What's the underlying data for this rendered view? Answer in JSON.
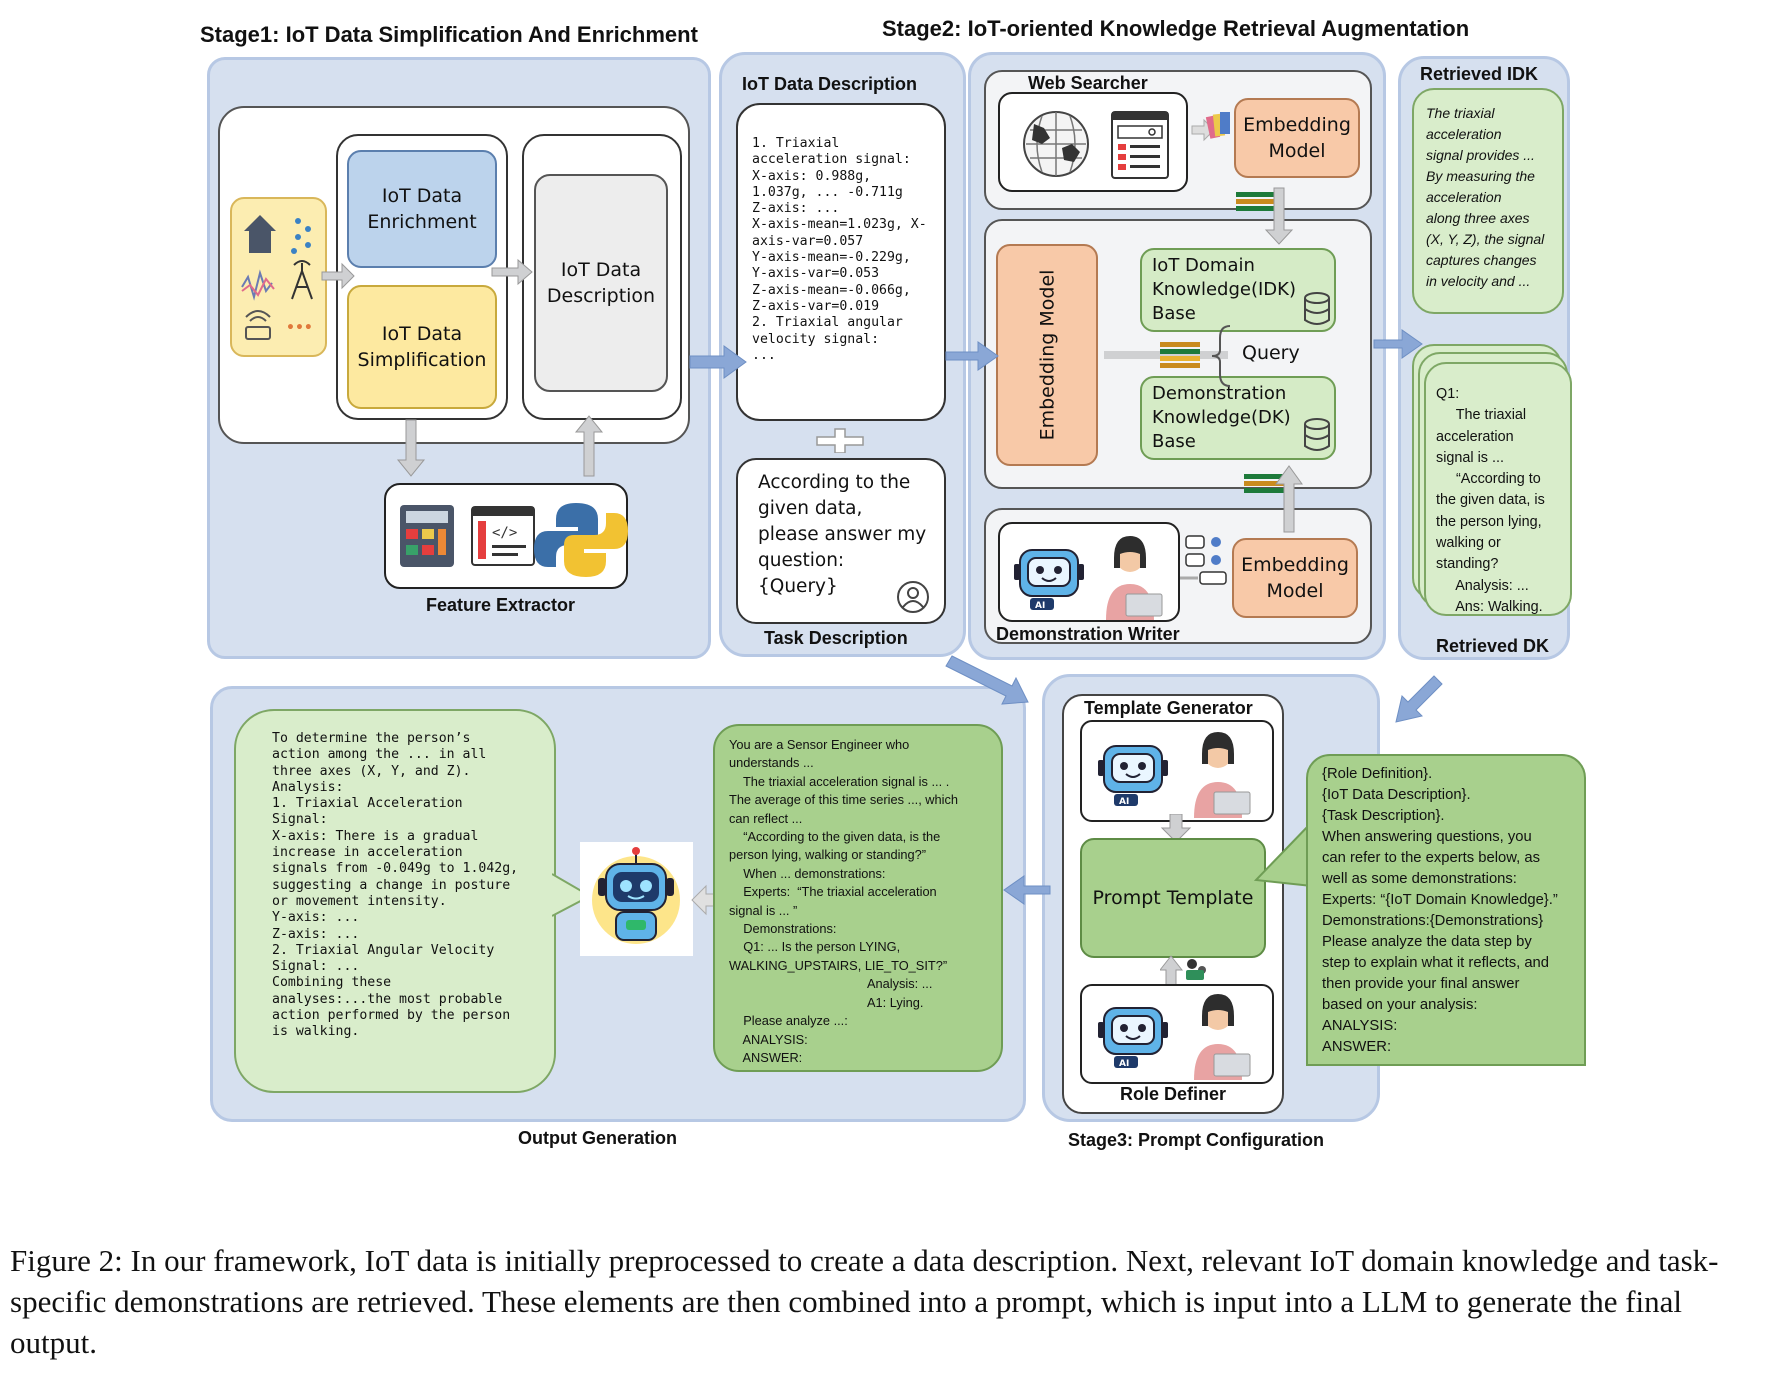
{
  "stage1": {
    "title": "Stage1: IoT Data Simplification And Enrichment",
    "enrichment": "IoT Data Enrichment",
    "simplification": "IoT Data Simplification",
    "description_box": "IoT Data Description",
    "feature_extractor": "Feature Extractor",
    "sensor_more": "•••"
  },
  "middle": {
    "title": "IoT Data Description",
    "data_text": "1. Triaxial\nacceleration signal:\nX-axis: 0.988g,\n1.037g, ... -0.711g\nZ-axis: ...\nX-axis-mean=1.023g, X-\naxis-var=0.057\nY-axis-mean=-0.229g,\nY-axis-var=0.053\nZ-axis-mean=-0.066g,\nZ-axis-var=0.019\n2. Triaxial angular\nvelocity signal:\n...",
    "task_text": "According to the given data, please answer my question: {Query}",
    "task_label": "Task Description"
  },
  "stage2": {
    "title": "Stage2: IoT-oriented Knowledge Retrieval Augmentation",
    "web_searcher": "Web Searcher",
    "embedding_model": "Embedding Model",
    "embedding_vertical": "Embedding Model",
    "idk_base": "IoT Domain Knowledge(IDK) Base",
    "query": "Query",
    "dk_base": "Demonstration Knowledge(DK) Base",
    "demo_writer": "Demonstration Writer",
    "ai_tag": "AI"
  },
  "retrieved": {
    "idk_title": "Retrieved IDK",
    "idk_text": "The triaxial\nacceleration\nsignal provides ...\nBy measuring the\nacceleration\nalong three axes\n(X, Y, Z), the signal\ncaptures changes\nin velocity and ...",
    "dk_text": "Q1:\n     The triaxial\nacceleration\nsignal is ...\n     “According to\nthe given data, is\nthe person lying,\nwalking or\nstanding?\n     Analysis: ...\n     Ans: Walking.",
    "dk_title": "Retrieved DK"
  },
  "output": {
    "title": "Output Generation",
    "text": "To determine the person’s\naction among the ... in all\nthree axes (X, Y, and Z).\nAnalysis:\n1. Triaxial Acceleration\nSignal:\nX-axis: There is a gradual\nincrease in acceleration\nsignals from -0.049g to 1.042g,\nsuggesting a change in posture\nor movement intensity.\nY-axis: ...\nZ-axis: ...\n2. Triaxial Angular Velocity\nSignal: ...\nCombining these\nanalyses:...the most probable\naction performed by the person\nis walking.",
    "prompt_text": "You are a Sensor Engineer who\nunderstands ...\n    The triaxial acceleration signal is ... .\nThe average of this time series ..., which\ncan reflect ...\n    “According to the given data, is the\nperson lying, walking or standing?”\n    When ... demonstrations:\n    Experts:  “The triaxial acceleration\nsignal is ... ”\n    Demonstrations:\n    Q1: ... Is the person LYING,\nWALKING_UPSTAIRS, LIE_TO_SIT?”\n                                       Analysis: ...\n                                       A1: Lying.\n    Please analyze ...:\n    ANALYSIS:\n    ANSWER:"
  },
  "stage3": {
    "title": "Stage3: Prompt Configuration",
    "template_generator": "Template Generator",
    "prompt_template": "Prompt Template",
    "role_definer": "Role Definer",
    "template_text": "{Role Definition}.\n{IoT Data Description}.\n{Task Description}.\nWhen answering questions, you\ncan refer to the experts below, as\nwell as some demonstrations:\nExperts: “{IoT Domain Knowledge}.”\nDemonstrations:{Demonstrations}\nPlease analyze the data step by\nstep to explain what it reflects, and\nthen provide your final answer\nbased on your analysis:\nANALYSIS:\nANSWER:"
  },
  "caption": "Figure 2: In our framework, IoT data is initially preprocessed to create a data description. Next, relevant IoT domain knowledge and task-specific demonstrations are retrieved. These elements are then combined into a prompt, which is input into a LLM to generate the final output.",
  "colors": {
    "panel": "#d6e0ef",
    "blue_box": "#bcd3ec",
    "yellow_box": "#fde9a0",
    "orange_box": "#f8c9a8",
    "green_box": "#d5ebc6",
    "arrow_blue": "#8aa7d6",
    "arrow_gray": "#cfd0d2"
  }
}
